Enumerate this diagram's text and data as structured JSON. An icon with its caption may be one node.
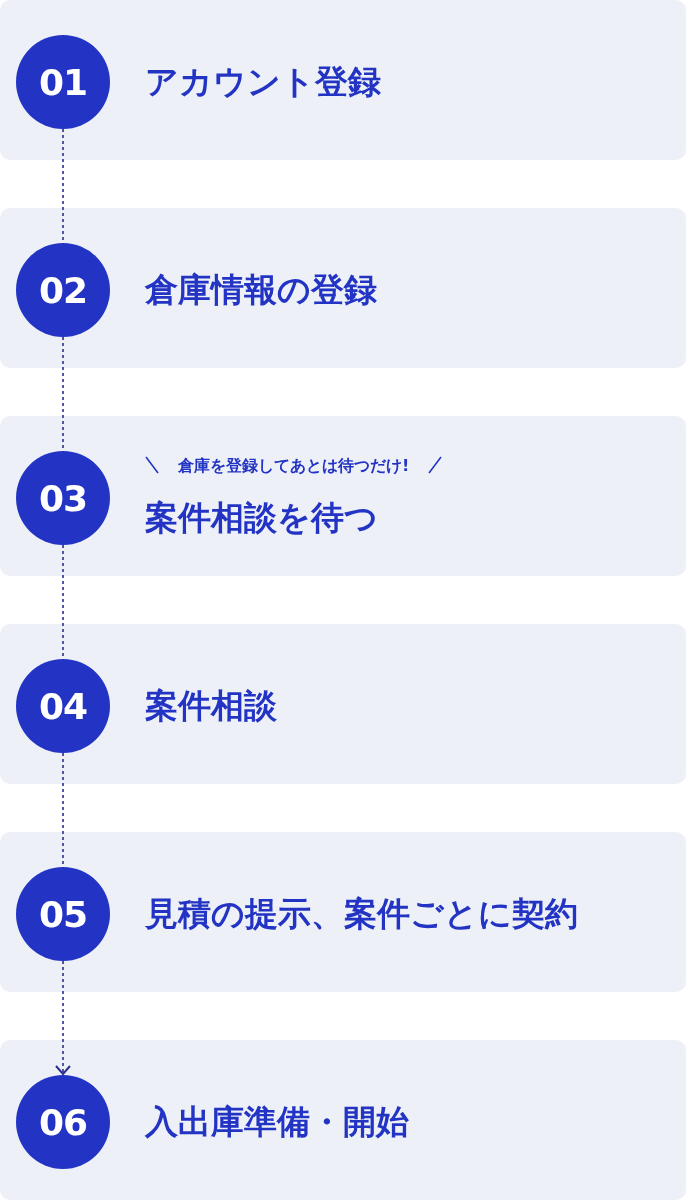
{
  "diagram": {
    "nodes": [
      {
        "text": [
          "アカウント登録"
        ]
      },
      {
        "text": [
          "01"
        ],
        "in": 0
      },
      {
        "text": [
          "倉庫情報の登録"
        ]
      },
      {
        "text": [
          "02"
        ],
        "in": 2
      },
      {
        "text": [
          "倉庫を登録してあとは待つだけ!",
          "案件相談を待つ"
        ]
      },
      {
        "text": [
          "03"
        ],
        "in": 4
      },
      {
        "text": [
          "案件相談"
        ]
      },
      {
        "text": [
          "04"
        ],
        "in": 6
      },
      {
        "text": [
          "見積の提示、案件ごとに契約"
        ]
      },
      {
        "text": [
          "05"
        ],
        "in": 8
      },
      {
        "text": [
          "入出庫準備・開始"
        ]
      },
      {
        "text": [
          "06"
        ],
        "in": 10
      }
    ],
    "edges": [
      {
        "from": 1,
        "to": 3,
        "arrow": "none",
        "style": "dashed"
      },
      {
        "from": 3,
        "to": 5,
        "arrow": "none",
        "style": "dashed"
      },
      {
        "from": 5,
        "to": 7,
        "arrow": "none",
        "style": "dashed"
      },
      {
        "from": 7,
        "to": 9,
        "arrow": "none",
        "style": "dashed"
      },
      {
        "from": 9,
        "to": 11,
        "arrow": "to",
        "style": "dashed"
      }
    ]
  }
}
